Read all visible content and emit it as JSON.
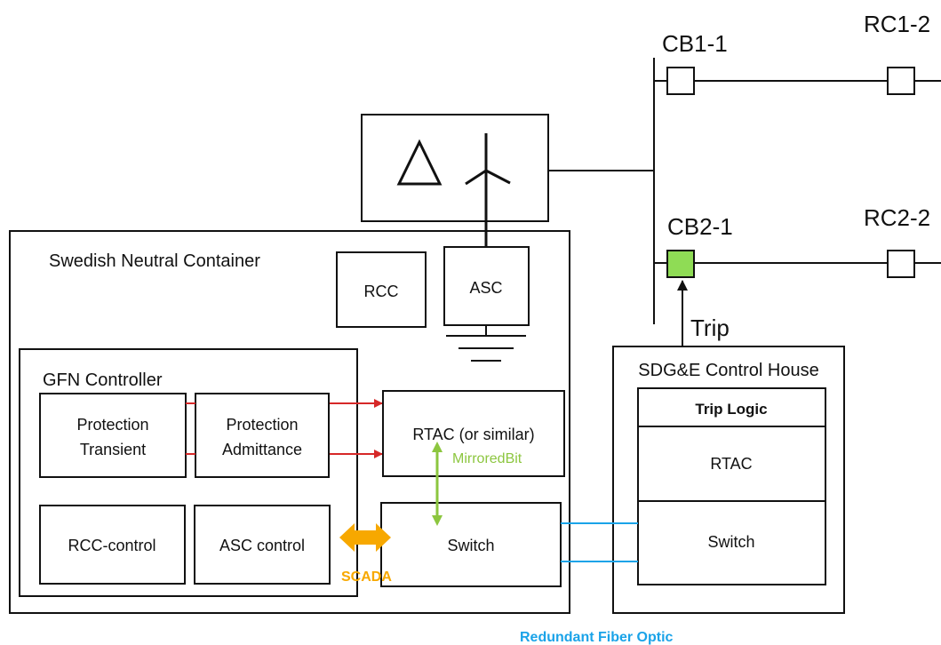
{
  "labels": {
    "cb1": "CB1-1",
    "rc1": "RC1-2",
    "cb2": "CB2-1",
    "rc2": "RC2-2",
    "trip": "Trip",
    "swedish_container": "Swedish Neutral Container",
    "rcc": "RCC",
    "asc": "ASC",
    "gfn_controller": "GFN Controller",
    "protection_transient_1": "Protection",
    "protection_transient_2": "Transient",
    "protection_admittance_1": "Protection",
    "protection_admittance_2": "Admittance",
    "rtac_similar": "RTAC (or similar)",
    "mirroredbit": "MirroredBit",
    "rcc_control": "RCC-control",
    "asc_control": "ASC control",
    "switch_left": "Switch",
    "scada": "SCADA",
    "control_house": "SDG&E Control House",
    "trip_logic": "Trip Logic",
    "rtac_right": "RTAC",
    "switch_right": "Switch",
    "fiber": "Redundant Fiber Optic"
  },
  "colors": {
    "breaker_tripped": "#8fdc55",
    "arrow_red": "#d62828",
    "mirrored_green": "#8cc63f",
    "scada_orange": "#f7a800",
    "fiber_blue": "#1aa3e8"
  }
}
